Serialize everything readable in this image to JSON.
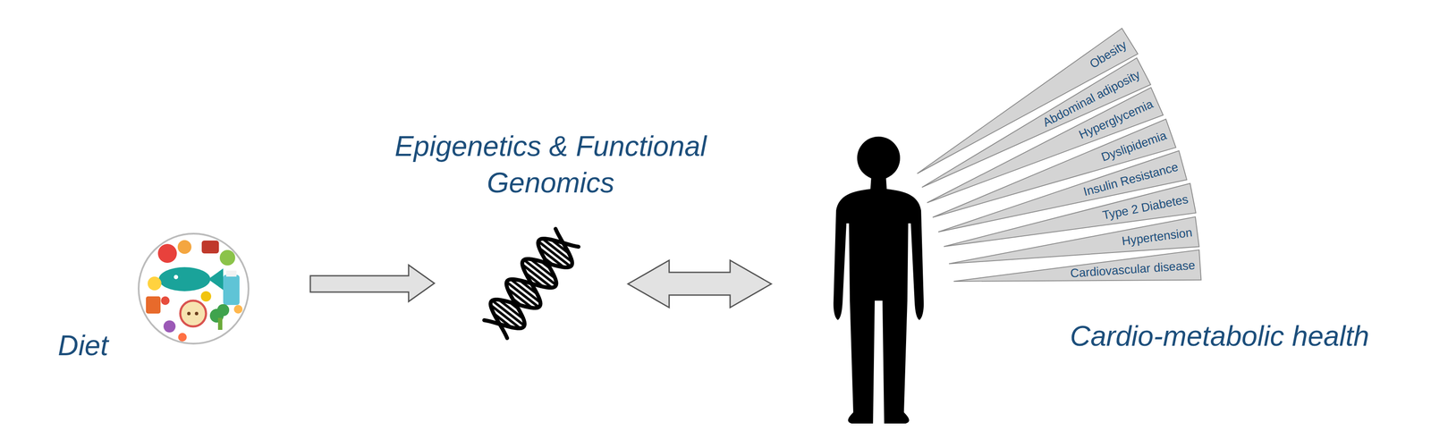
{
  "diagram": {
    "nodes": [
      {
        "text": [
          "Obesity"
        ]
      },
      {
        "text": [
          "Abdominal adiposity"
        ]
      },
      {
        "text": [
          "Hyperglycemia"
        ]
      },
      {
        "text": [
          "Dyslipidemia"
        ]
      },
      {
        "text": [
          "Insulin Resistance"
        ]
      },
      {
        "text": [
          "Type 2 Diabetes"
        ]
      },
      {
        "text": [
          "Hypertension"
        ]
      },
      {
        "text": [
          "Cardiovascular disease"
        ]
      }
    ],
    "labels": [
      "Diet",
      "Epigenetics & Functional Genomics",
      "Cardio-metabolic health"
    ]
  }
}
